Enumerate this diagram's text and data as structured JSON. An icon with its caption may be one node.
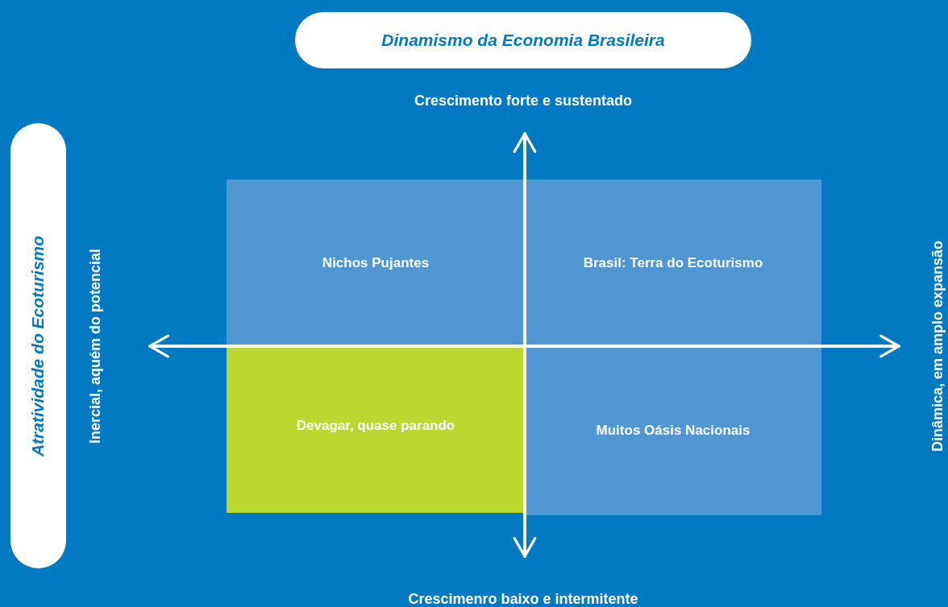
{
  "diagram": {
    "nodes": [
      {
        "text": [
          "Dinamismo da Economia Brasileira"
        ]
      },
      {
        "text": [
          "Atratividade do Ecoturismo"
        ]
      },
      {
        "text": [
          "Nichos Pujantes"
        ]
      },
      {
        "text": [
          "Brasil: Terra do Ecoturismo"
        ]
      },
      {
        "text": [
          "Devagar, quase parando"
        ]
      },
      {
        "text": [
          "Muitos Oásis Nacionais"
        ]
      }
    ],
    "labels": [
      "Crescimento forte e sustentado",
      "Inercial, aquém do potencial",
      "Dinâmica, em amplo expansão",
      "Crescimenro baixo e intermitente"
    ]
  }
}
